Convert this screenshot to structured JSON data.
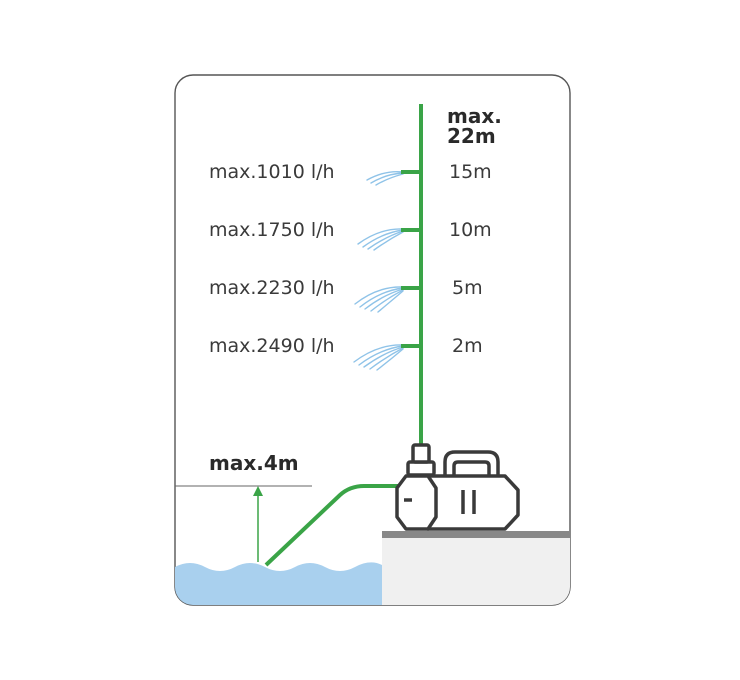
{
  "diagram": {
    "max_head": [
      "max.",
      "22m"
    ],
    "suction_height": "max.4m",
    "levels": [
      {
        "flow": "max.1010 l/h",
        "height": "15m"
      },
      {
        "flow": "max.1750 l/h",
        "height": "10m"
      },
      {
        "flow": "max.2230 l/h",
        "height": "5m"
      },
      {
        "flow": "max.2490 l/h",
        "height": "2m"
      }
    ]
  },
  "colors": {
    "pipe": "#3aa447",
    "water": "#a9d0ee",
    "water_jet": "#8fc3e8",
    "ground": "#f0f0f0",
    "ground_edge": "#888888",
    "frame": "#555555",
    "pump_outline": "#3a3a3a",
    "text": "#3a3a3a"
  }
}
